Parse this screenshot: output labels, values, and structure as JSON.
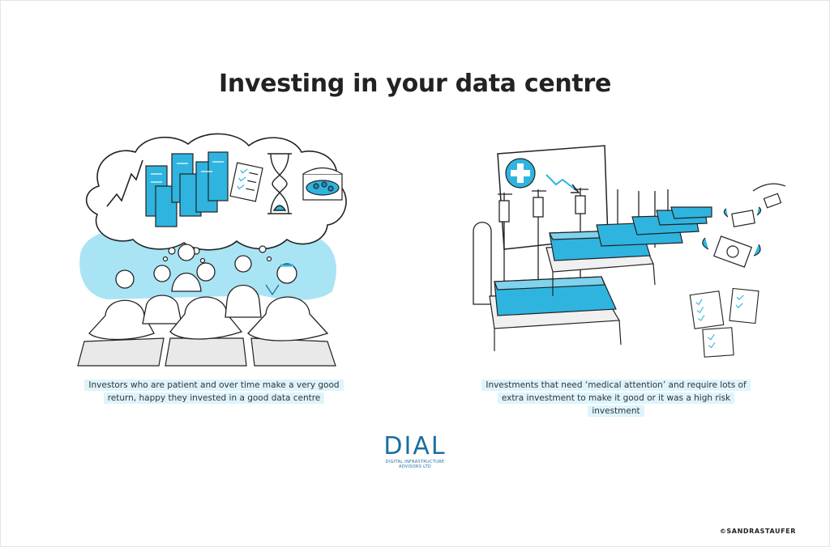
{
  "title": "Investing in your data centre",
  "left_caption": {
    "line1": "Investors who are patient and over time make a very good",
    "line2": "return, happy they invested in a good data centre"
  },
  "right_caption": {
    "line1": "Investments that need ‘medical attention’ and require lots of",
    "line2": "extra investment to make it good or it was a high risk",
    "line3": "investment"
  },
  "logo": {
    "word": "DIAL",
    "sub1": "DIGITAL INFRASTRUCTURE",
    "sub2": "ADVISORS LTD"
  },
  "credit": "©SANDRASTAUFER",
  "colors": {
    "accent": "#2fb4e0",
    "accent_light": "#a9e4f5",
    "logo_blue": "#1b6ea0",
    "caption_highlight": "#def4fb"
  },
  "icons": [
    "thought-cloud-icon",
    "server-rack-icon",
    "hourglass-icon",
    "checklist-icon",
    "treasure-chest-icon",
    "medical-cross-icon",
    "iv-drip-icon",
    "hospital-bed-icon",
    "flying-money-icon"
  ]
}
